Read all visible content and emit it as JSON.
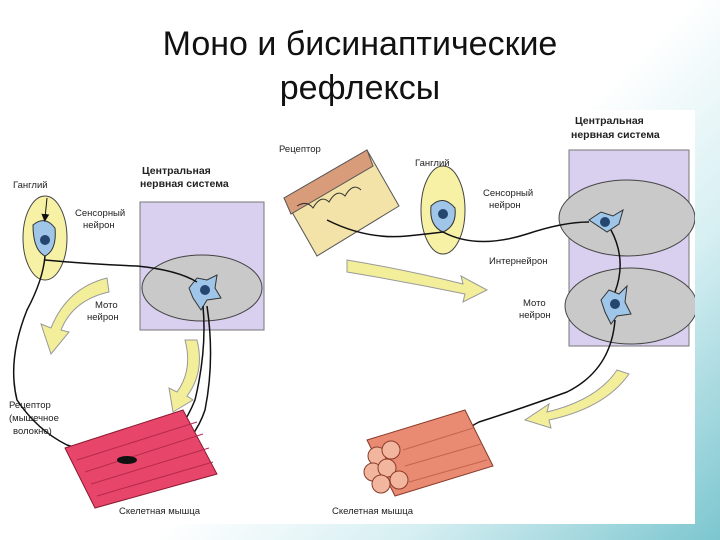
{
  "title": {
    "line1": "Моно и бисинаптические",
    "line2": "рефлексы"
  },
  "diagram": {
    "left": {
      "ganglion": "Ганглий",
      "sensory_neuron_1": "Сенсорный",
      "sensory_neuron_2": "нейрон",
      "cns_1": "Центральная",
      "cns_2": "нервная система",
      "motor_neuron_1": "Мото",
      "motor_neuron_2": "нейрон",
      "receptor_1": "Рецептор",
      "receptor_2": "(мышечное",
      "receptor_3": "волокно)",
      "muscle": "Скелетная мышца"
    },
    "right": {
      "receptor": "Рецептор",
      "ganglion": "Ганглий",
      "sensory_neuron_1": "Сенсорный",
      "sensory_neuron_2": "нейрон",
      "cns_1": "Центральная",
      "cns_2": "нервная система",
      "interneuron": "Интернейрон",
      "motor_neuron_1": "Мото",
      "motor_neuron_2": "нейрон",
      "muscle": "Скелетная мышца"
    }
  },
  "colors": {
    "cns_fill": "#d9cfee",
    "cns_oval": "#c9c9c9",
    "ganglion_fill": "#f7f1a6",
    "neuron_fill": "#9fc6e8",
    "muscle_left": "#e8456a",
    "muscle_right": "#e98a72",
    "arrow": "#f2ee9a"
  }
}
